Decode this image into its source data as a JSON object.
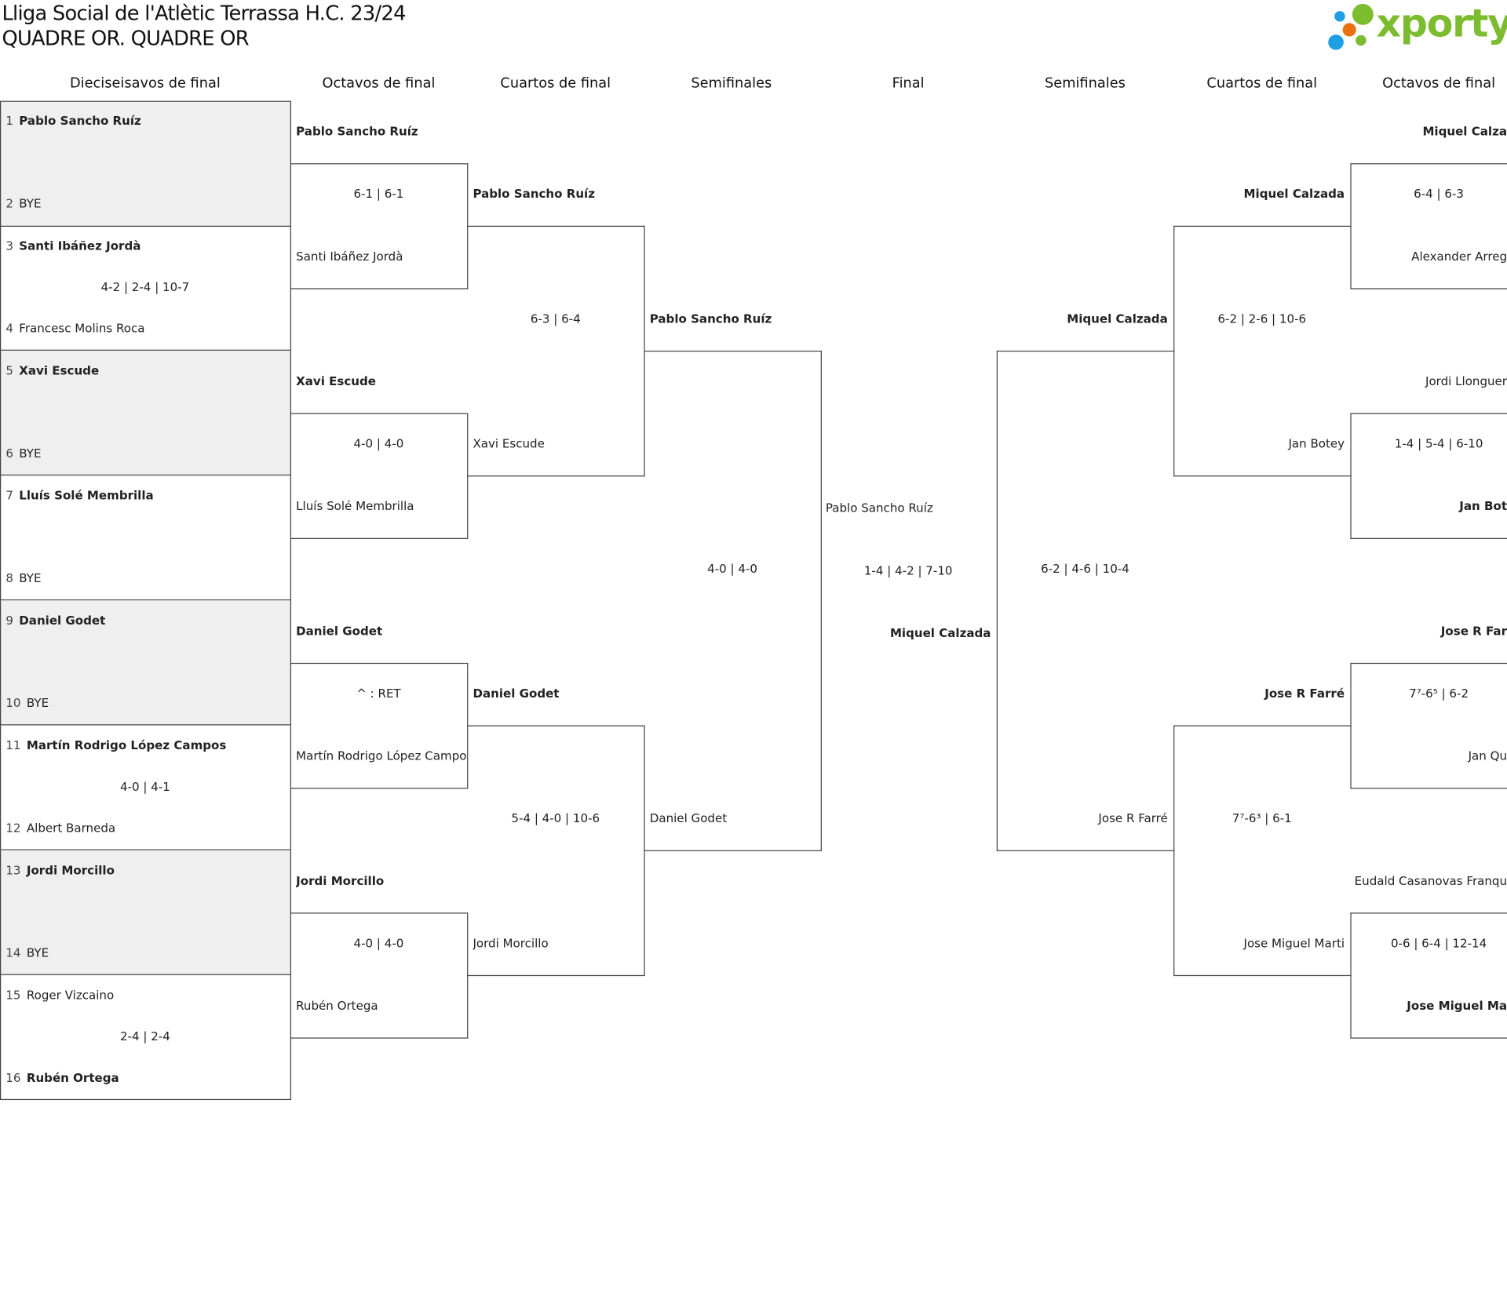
{
  "header": {
    "title_line1": "Lliga Social de l'Atlètic Terrassa H.C. 23/24",
    "title_line2": "QUADRE OR. QUADRE OR",
    "logo_text": "xporty"
  },
  "colors": {
    "logo_green": "#7dbb2f",
    "logo_blue": "#1ca0e3",
    "logo_orange": "#e8720f",
    "bye_bg": "#efefef",
    "line": "#444444"
  },
  "round_headers": [
    "Dieciseisavos de final",
    "Octavos de final",
    "Cuartos de final",
    "Semifinales",
    "Final",
    "Semifinales",
    "Cuartos de final",
    "Octavos de final"
  ],
  "first_round": [
    {
      "top": {
        "seed": "1",
        "name": "Pablo Sancho Ruíz",
        "bold": true
      },
      "bottom": {
        "seed": "2",
        "name": "BYE",
        "bold": false
      },
      "score": "",
      "bye": true
    },
    {
      "top": {
        "seed": "3",
        "name": "Santi Ibáñez Jordà",
        "bold": true
      },
      "bottom": {
        "seed": "4",
        "name": "Francesc Molins Roca",
        "bold": false
      },
      "score": "4-2 | 2-4 | 10-7",
      "bye": false
    },
    {
      "top": {
        "seed": "5",
        "name": "Xavi Escude",
        "bold": true
      },
      "bottom": {
        "seed": "6",
        "name": "BYE",
        "bold": false
      },
      "score": "",
      "bye": true
    },
    {
      "top": {
        "seed": "7",
        "name": "Lluís Solé Membrilla",
        "bold": true
      },
      "bottom": {
        "seed": "8",
        "name": "BYE",
        "bold": false
      },
      "score": "",
      "bye": false
    },
    {
      "top": {
        "seed": "9",
        "name": "Daniel Godet",
        "bold": true
      },
      "bottom": {
        "seed": "10",
        "name": "BYE",
        "bold": false
      },
      "score": "",
      "bye": true
    },
    {
      "top": {
        "seed": "11",
        "name": "Martín Rodrigo López Campos",
        "bold": true
      },
      "bottom": {
        "seed": "12",
        "name": "Albert Barneda",
        "bold": false
      },
      "score": "4-0 | 4-1",
      "bye": false
    },
    {
      "top": {
        "seed": "13",
        "name": "Jordi Morcillo",
        "bold": true
      },
      "bottom": {
        "seed": "14",
        "name": "BYE",
        "bold": false
      },
      "score": "",
      "bye": true
    },
    {
      "top": {
        "seed": "15",
        "name": "Roger Vizcaino",
        "bold": false
      },
      "bottom": {
        "seed": "16",
        "name": "Rubén Ortega",
        "bold": true
      },
      "score": "2-4 | 2-4",
      "bye": false
    }
  ],
  "left_rounds": [
    [
      {
        "top": {
          "name": "Pablo Sancho Ruíz",
          "bold": true
        },
        "score": "6-1 | 6-1",
        "bottom": {
          "name": "Santi Ibáñez Jordà",
          "bold": false
        }
      },
      {
        "top": {
          "name": "Xavi Escude",
          "bold": true
        },
        "score": "4-0 | 4-0",
        "bottom": {
          "name": "Lluís Solé Membrilla",
          "bold": false
        }
      },
      {
        "top": {
          "name": "Daniel Godet",
          "bold": true
        },
        "score": "^ : RET",
        "bottom": {
          "name": "Martín Rodrigo López Campos",
          "bold": false
        }
      },
      {
        "top": {
          "name": "Jordi Morcillo",
          "bold": true
        },
        "score": "4-0 | 4-0",
        "bottom": {
          "name": "Rubén Ortega",
          "bold": false
        }
      }
    ],
    [
      {
        "top": {
          "name": "Pablo Sancho Ruíz",
          "bold": true
        },
        "score": "6-3 | 6-4",
        "bottom": {
          "name": "Xavi Escude",
          "bold": false
        }
      },
      {
        "top": {
          "name": "Daniel Godet",
          "bold": true
        },
        "score": "5-4 | 4-0 | 10-6",
        "bottom": {
          "name": "Jordi Morcillo",
          "bold": false
        }
      }
    ],
    [
      {
        "top": {
          "name": "Pablo Sancho Ruíz",
          "bold": true
        },
        "score": "4-0 | 4-0",
        "bottom": {
          "name": "Daniel Godet",
          "bold": false
        }
      }
    ]
  ],
  "final": {
    "top": {
      "name": "Pablo Sancho Ruíz",
      "bold": false
    },
    "score": "1-4 | 4-2 | 7-10",
    "bottom": {
      "name": "Miquel Calzada",
      "bold": true
    }
  },
  "right_rounds": [
    [
      {
        "top": {
          "name": "Miquel Calza",
          "bold": true
        },
        "score": "6-4 | 6-3",
        "bottom": {
          "name": "Alexander Arreg",
          "bold": false
        }
      },
      {
        "top": {
          "name": "Jordi Llonguer",
          "bold": false
        },
        "score": "1-4 | 5-4 | 6-10",
        "bottom": {
          "name": "Jan Bot",
          "bold": true
        }
      },
      {
        "top": {
          "name": "Jose R Far",
          "bold": true
        },
        "score": "7⁷-6⁵ | 6-2",
        "bottom": {
          "name": "Jan Qu",
          "bold": false
        }
      },
      {
        "top": {
          "name": "Eudald Casanovas Franqu",
          "bold": false
        },
        "score": "0-6 | 6-4 | 12-14",
        "bottom": {
          "name": "Jose Miguel Ma",
          "bold": true
        }
      }
    ],
    [
      {
        "top": {
          "name": "Miquel Calzada",
          "bold": true
        },
        "score": "6-2 | 2-6 | 10-6",
        "bottom": {
          "name": "Jan Botey",
          "bold": false
        }
      },
      {
        "top": {
          "name": "Jose R Farré",
          "bold": true
        },
        "score": "7⁷-6³ | 6-1",
        "bottom": {
          "name": "Jose Miguel Marti",
          "bold": false
        }
      }
    ],
    [
      {
        "top": {
          "name": "Miquel Calzada",
          "bold": true
        },
        "score": "6-2 | 4-6 | 10-4",
        "bottom": {
          "name": "Jose R Farré",
          "bold": false
        }
      }
    ]
  ]
}
